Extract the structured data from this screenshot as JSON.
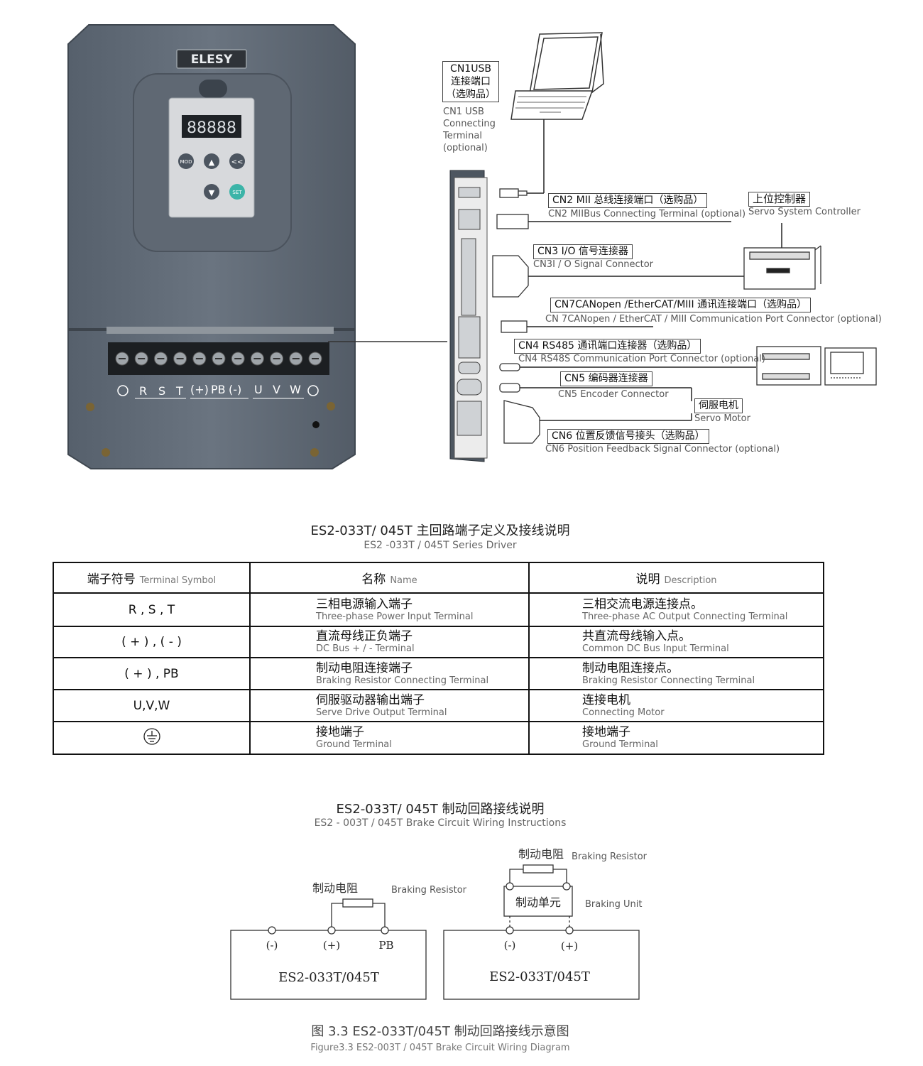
{
  "device": {
    "brand": "ELESY",
    "display": "88888",
    "keys": [
      "MOD",
      "▲",
      "<<",
      "▼",
      "SET"
    ],
    "terminal_labels": [
      "R",
      "S",
      "T",
      "(+)",
      "PB",
      "(-)",
      "U",
      "V",
      "W"
    ]
  },
  "connectors": {
    "cn1": {
      "cn": [
        "CN1USB",
        "连接端口",
        "（选购品）"
      ],
      "en": [
        "CN1 USB",
        "Connecting",
        "Terminal",
        "(optional)"
      ]
    },
    "cn2": {
      "cn": "CN2 MII 总线连接端口（选购品）",
      "en": "CN2 MIIBus Connecting Terminal (optional)"
    },
    "controller": {
      "cn": "上位控制器",
      "en": "Servo System Controller"
    },
    "cn3": {
      "cn": "CN3 I/O 信号连接器",
      "en": "CN3I / O Signal Connector"
    },
    "cn7": {
      "cn": "CN7CANopen /EtherCAT/MIII 通讯连接端口（选购品）",
      "en": "CN 7CANopen / EtherCAT / MIII Communication Port Connector (optional)"
    },
    "cn4": {
      "cn": "CN4 RS485 通讯端口连接器（选购品）",
      "en": "CN4 RS48S Communication Port Connector (optional)"
    },
    "cn5": {
      "cn": "CN5 编码器连接器",
      "en": "CN5 Encoder Connector"
    },
    "motor": {
      "cn": "伺服电机",
      "en": "Servo Motor"
    },
    "cn6": {
      "cn": "CN6 位置反馈信号接头（选购品）",
      "en": "CN6 Position Feedback Signal Connector (optional)"
    }
  },
  "table_section": {
    "title": "ES2-033T/ 045T 主回路端子定义及接线说明",
    "subtitle": "ES2 -033T / 045T  Series Driver",
    "headers": [
      {
        "cn": "端子符号",
        "en": "Terminal Symbol"
      },
      {
        "cn": "名称",
        "en": "Name"
      },
      {
        "cn": "说明",
        "en": "Description"
      }
    ],
    "rows": [
      {
        "symbol": "R , S , T",
        "name_cn": "三相电源输入端子",
        "name_en": "Three-phase Power Input Terminal",
        "desc_cn": "三相交流电源连接点。",
        "desc_en": "Three-phase AC Output Connecting Terminal"
      },
      {
        "symbol": "( + ) , ( - )",
        "name_cn": "直流母线正负端子",
        "name_en": "DC Bus + / - Terminal",
        "desc_cn": "共直流母线输入点。",
        "desc_en": "Common DC Bus Input Terminal"
      },
      {
        "symbol": "( + ) ,  PB",
        "name_cn": "制动电阻连接端子",
        "name_en": "Braking Resistor Connecting Terminal",
        "desc_cn": "制动电阻连接点。",
        "desc_en": "Braking Resistor Connecting Terminal"
      },
      {
        "symbol": "U,V,W",
        "name_cn": "伺服驱动器输出端子",
        "name_en": "Serve Drive Output Terminal",
        "desc_cn": "连接电机",
        "desc_en": "Connecting Motor"
      },
      {
        "symbol": "",
        "name_cn": "接地端子",
        "name_en": "Ground Terminal",
        "desc_cn": "接地端子",
        "desc_en": "Ground Terminal"
      }
    ]
  },
  "brake_section": {
    "title": "ES2-033T/ 045T 制动回路接线说明",
    "subtitle": "ES2 - 003T / 045T Brake Circuit Wiring Instructions",
    "left": {
      "resistor_cn": "制动电阻",
      "resistor_en": "Braking Resistor",
      "t1": "(-)",
      "t2": "(+)",
      "t3": "PB",
      "model": "ES2-033T/045T"
    },
    "right": {
      "resistor_cn": "制动电阻",
      "resistor_en": "Braking Resistor",
      "unit_cn": "制动单元",
      "unit_en": "Braking Unit",
      "t1": "(-)",
      "t2": "(+)",
      "model": "ES2-033T/045T"
    },
    "caption": "图 3.3 ES2-033T/045T 制动回路接线示意图",
    "caption_en": "Figure3.3  ES2-003T / 045T Brake Circuit Wiring Diagram"
  }
}
